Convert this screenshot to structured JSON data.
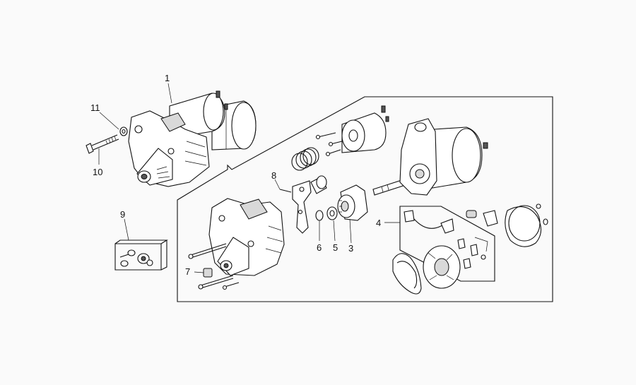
{
  "callouts": [
    {
      "id": "1",
      "label": "1"
    },
    {
      "id": "3",
      "label": "3"
    },
    {
      "id": "4",
      "label": "4"
    },
    {
      "id": "5",
      "label": "5"
    },
    {
      "id": "6",
      "label": "6"
    },
    {
      "id": "7",
      "label": "7"
    },
    {
      "id": "8",
      "label": "8"
    },
    {
      "id": "9",
      "label": "9"
    },
    {
      "id": "10",
      "label": "10"
    },
    {
      "id": "11",
      "label": "11"
    }
  ]
}
